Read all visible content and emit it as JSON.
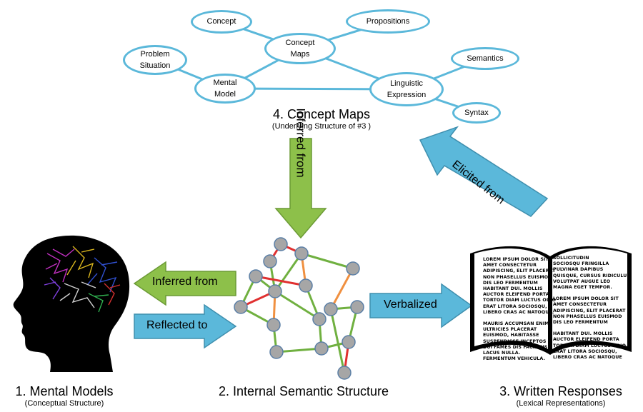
{
  "concept_map": {
    "nodes": {
      "concept": "Concept",
      "propositions": "Propositions",
      "concept_maps_line1": "Concept",
      "concept_maps_line2": "Maps",
      "problem_situation_line1": "Problem",
      "problem_situation_line2": "Situation",
      "mental_model_line1": "Mental",
      "mental_model_line2": "Model",
      "linguistic_expression_line1": "Linguistic",
      "linguistic_expression_line2": "Expression",
      "semantics": "Semantics",
      "syntax": "Syntax"
    },
    "edges": [
      [
        "concept",
        "concept_maps"
      ],
      [
        "propositions",
        "concept_maps"
      ],
      [
        "concept_maps",
        "mental_model"
      ],
      [
        "concept_maps",
        "linguistic_expression"
      ],
      [
        "problem_situation",
        "mental_model"
      ],
      [
        "mental_model",
        "linguistic_expression"
      ],
      [
        "linguistic_expression",
        "semantics"
      ],
      [
        "linguistic_expression",
        "syntax"
      ]
    ],
    "oval_color": "#5bb8da"
  },
  "labels": {
    "concept_maps_title": "4. Concept Maps",
    "concept_maps_subtitle": "(Underlying Structure of #3 )",
    "mental_models_title": "1. Mental Models",
    "mental_models_subtitle": "(Conceptual Structure)",
    "semantic_structure_title": "2. Internal Semantic Structure",
    "written_responses_title": "3. Written Responses",
    "written_responses_subtitle": "(Lexical Representations)"
  },
  "arrows": {
    "inferred_from_down": "Inferred from",
    "inferred_from_left": "Inferred from",
    "reflected_to": "Reflected to",
    "verbalized": "Verbalized",
    "elicited_from": "Elicited from",
    "green": "#8dc04a",
    "blue": "#5bb8da"
  },
  "network": {
    "node_color": "#a6a6a6",
    "node_border": "#5b7fa6",
    "edge_colors": {
      "red": "#e03030",
      "orange": "#f09040",
      "green": "#70b040"
    }
  },
  "book": {
    "left_page": [
      "LOREM IPSUM DOLOR SIT",
      "AMET CONSECTETUR",
      "ADIPISCING, ELIT PLACERAT",
      "NON PHASELLUS EUISMOD",
      "DIS LEO FERMENTUM",
      "HABITANT DUI. MOLLIS",
      "AUCTOR ELEIFEND PORTA",
      "TORTOR DIAM LUCTUS ODIO",
      "ERAT LITORA SOCIOSQU,",
      "LIBERO CRAS AC NATOQUE.",
      "",
      "MAURIS ACCUMSAN ENIM",
      "ULTRICIES PLACERAT",
      "EUISMOD, HABITASSE",
      "SUSPENDISSE INCEPTOS",
      "DUI FAMES DIS FACILISIS",
      "LACUS NULLA.",
      "FERMENTUM VEHICULA."
    ],
    "right_page": [
      "SOLLICITUDIN",
      "SOCIOSQU FRINGILLA",
      "PULVINAR DAPIBUS",
      "QUISQUE, CURSUS RIDICULUS",
      "VOLUTPAT AUGUE LEO",
      "MAGNA EGET TEMPOR.",
      "",
      "LOREM IPSUM DOLOR SIT",
      "AMET CONSECTETUR",
      "ADIPISCING, ELIT PLACERAT",
      "NON PHASELLUS EUISMOD",
      "DIS LEO FERMENTUM",
      "",
      "HABITANT DUI. MOLLIS",
      "AUCTOR ELEIFEND PORTA",
      "TORTOR DIAM LUCTUS ODIO",
      "ERAT LITORA SOCIOSQU,",
      "LIBERO CRAS AC NATOQUE"
    ]
  }
}
